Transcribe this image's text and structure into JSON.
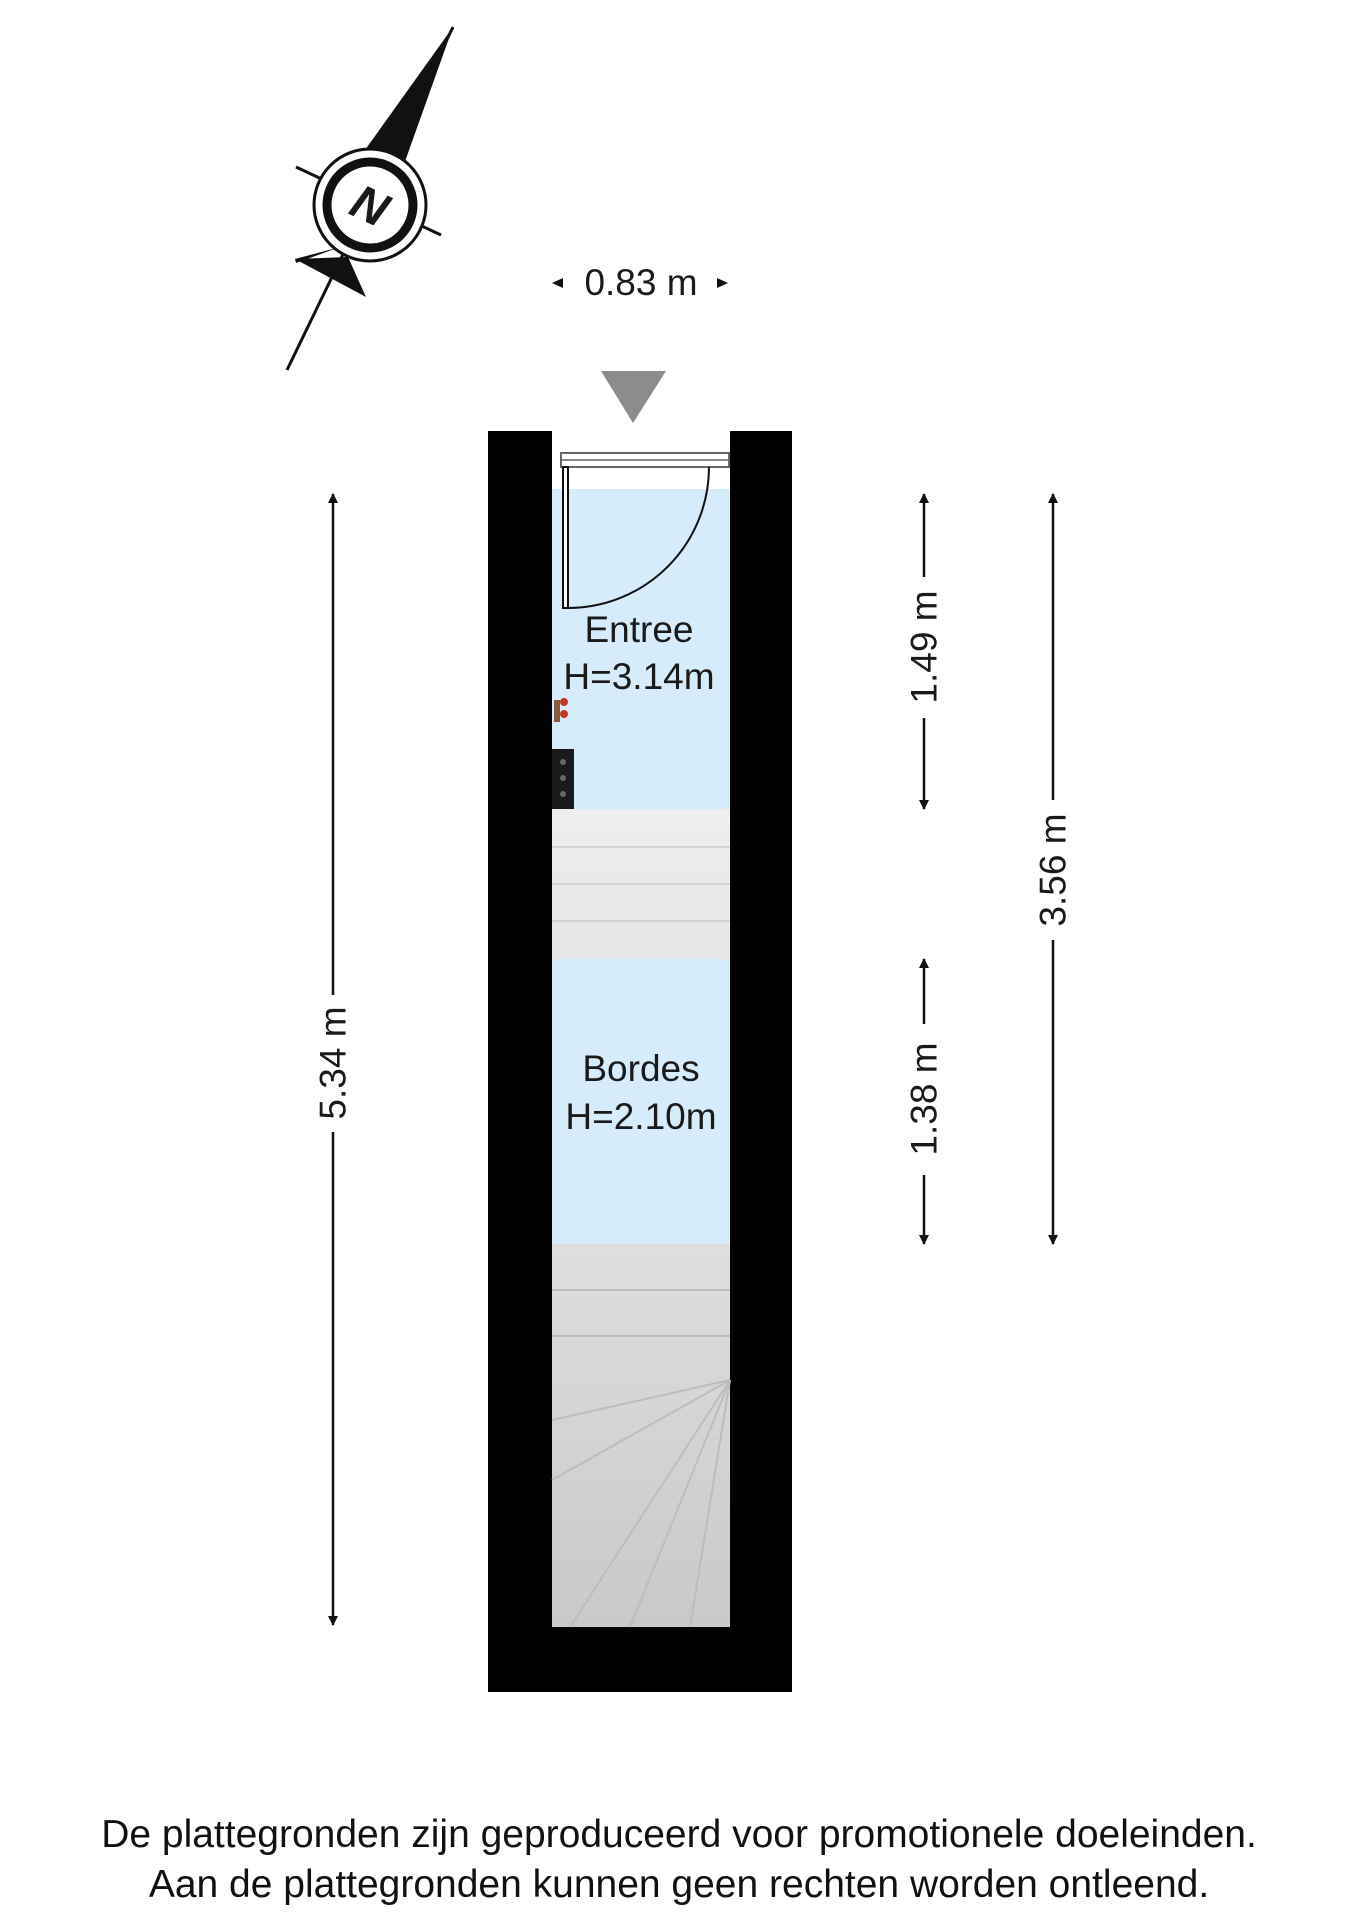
{
  "compass": {
    "label": "N"
  },
  "rooms": [
    {
      "name": "Entree",
      "height": "H=3.14m"
    },
    {
      "name": "Bordes",
      "height": "H=2.10m"
    }
  ],
  "dimensions": {
    "width_top": "0.83 m",
    "total_left": "5.34 m",
    "entree_right": "1.49 m",
    "bordes_right": "1.38 m",
    "combined_right": "3.56 m"
  },
  "colors": {
    "wall": "#000000",
    "room_fill": "#d6ecfa",
    "stairs": "#e2e2e2",
    "arrow_marker": "#8c8c8c"
  },
  "disclaimer": {
    "line1": "De plattegronden zijn geproduceerd voor promotionele doeleinden.",
    "line2": "Aan de plattegronden kunnen geen rechten worden ontleend."
  }
}
